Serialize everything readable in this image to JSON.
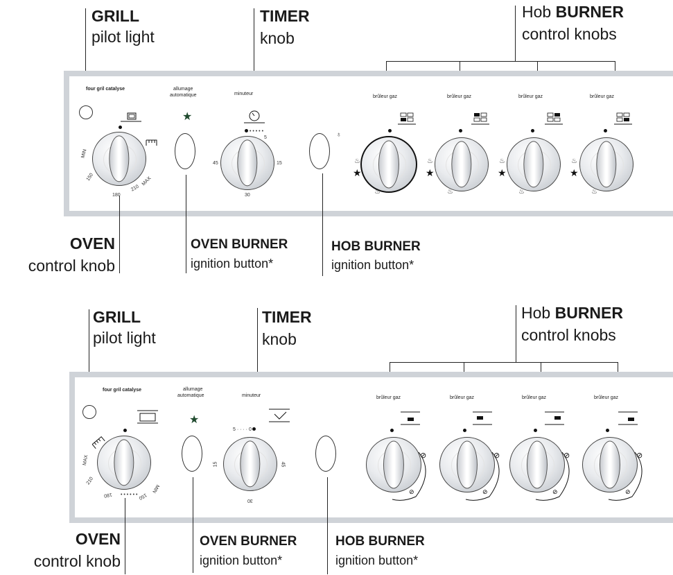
{
  "diagram_top": {
    "callouts": {
      "grill_title": "GRILL",
      "grill_sub": "pilot light",
      "timer_title": "TIMER",
      "timer_sub": "knob",
      "hob_prefix": "Hob ",
      "hob_title": "BURNER",
      "hob_sub": "control knobs",
      "oven_title": "OVEN",
      "oven_sub": "control knob",
      "oven_burner_title": "OVEN BURNER",
      "oven_burner_sub": "ignition button*",
      "hob_burner_title": "HOB BURNER",
      "hob_burner_sub": "ignition button*"
    },
    "panel_labels": {
      "four_gril": "four gril catalyse",
      "allumage": "allumage",
      "automatique": "automatique",
      "minuteur": "minuteur",
      "bruleur": [
        "brûleur gaz",
        "brûleur gaz",
        "brûleur gaz",
        "brûleur gaz"
      ]
    },
    "oven_scale": [
      "MIN",
      "150",
      "180",
      "210",
      "MAX"
    ],
    "timer_scale": [
      "5",
      "15",
      "30",
      "45"
    ]
  },
  "diagram_bottom": {
    "callouts": {
      "grill_title": "GRILL",
      "grill_sub": "pilot light",
      "timer_title": "TIMER",
      "timer_sub": "knob",
      "hob_prefix": "Hob ",
      "hob_title": "BURNER",
      "hob_sub": "control knobs",
      "oven_title": "OVEN",
      "oven_sub": "control knob",
      "oven_burner_title": "OVEN BURNER",
      "oven_burner_sub": "ignition button*",
      "hob_burner_title": "HOB BURNER",
      "hob_burner_sub": "ignition button*"
    },
    "panel_labels": {
      "four_gril": "four gril catalyse",
      "allumage": "allumage",
      "automatique": "automatique",
      "minuteur": "minuteur",
      "bruleur": [
        "brûleur gaz",
        "brûleur gaz",
        "brûleur gaz",
        "brûleur gaz"
      ]
    },
    "oven_scale": [
      "MAX",
      "210",
      "180",
      "150",
      "MIN"
    ],
    "timer_scale": [
      "5 · · · · 0",
      "15",
      "30",
      "45"
    ]
  },
  "icons": {
    "ignition": "star-icon",
    "flame": "flame-icon",
    "grill": "grill-icon",
    "timer": "clock-icon"
  }
}
